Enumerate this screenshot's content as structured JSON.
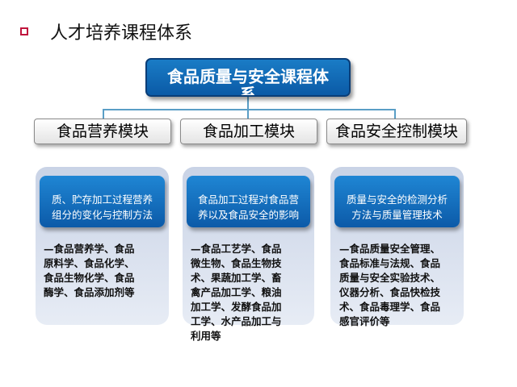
{
  "heading": "人才培养课程体系",
  "root": {
    "label_line1": "食品质量与安全课程体",
    "label_line2": "系"
  },
  "modules": [
    {
      "title": "食品营养模块",
      "desc_lines": [
        "质、贮存加工过程营养",
        "组分的变化与控制方法"
      ],
      "courses_lines": [
        "—食品营养学、食品",
        "原料学、食品化学、",
        "食品生物化学、食品",
        "酶学、食品添加剂等"
      ]
    },
    {
      "title": "食品加工模块",
      "desc_lines": [
        "食品加工过程对食品营",
        "养以及食品安全的影响"
      ],
      "courses_lines": [
        "—食品工艺学、食品",
        "微生物、食品生物技",
        "术、果蔬加工学、畜",
        "禽产品加工学、粮油",
        "加工学、发酵食品加",
        "工学、水产品加工与",
        "利用等"
      ]
    },
    {
      "title": "食品安全控制模块",
      "desc_lines": [
        "质量与安全的检测分析",
        "方法与质量管理技术"
      ],
      "courses_lines": [
        "—食品质量安全管理、",
        "食品标准与法规、食品",
        "质量与安全实验技术、",
        "仪器分析、食品快检技",
        "术、食品毒理学、食品",
        "感官评价等"
      ]
    }
  ]
}
